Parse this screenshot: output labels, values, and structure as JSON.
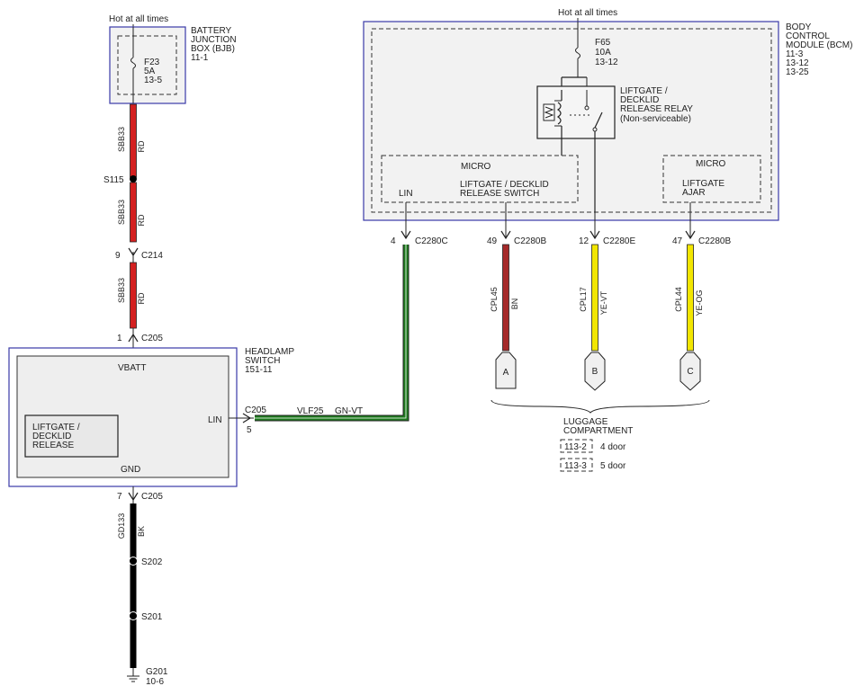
{
  "colors": {
    "red": "#d42020",
    "brown": "#a52a2a",
    "yellow": "#f2e600",
    "green": "#1e7a1e",
    "black": "#000000",
    "module_border": "#3a3aa8"
  },
  "bjb": {
    "hot_label": "Hot at all times",
    "title_lines": [
      "BATTERY",
      "JUNCTION",
      "BOX (BJB)",
      "11-1"
    ],
    "fuse_name": "F23",
    "fuse_rating": "5A",
    "fuse_ref": "13-5"
  },
  "left_wire": {
    "segment1_circuit": "SBB33",
    "segment1_color": "RD",
    "splice1": "S115",
    "segment2_circuit": "SBB33",
    "segment2_color": "RD",
    "c214_pin": "9",
    "c214": "C214",
    "segment3_circuit": "SBB33",
    "segment3_color": "RD",
    "c205_top_pin": "1",
    "c205_top": "C205"
  },
  "headlamp_switch": {
    "title_lines": [
      "HEADLAMP",
      "SWITCH",
      "151-11"
    ],
    "vbatt": "VBATT",
    "lin": "LIN",
    "gnd": "GND",
    "inner_lines": [
      "LIFTGATE /",
      "DECKLID",
      "RELEASE"
    ],
    "c205_right": "C205",
    "c205_right_pin": "5"
  },
  "lin_wire": {
    "circuit": "VLF25",
    "color": "GN-VT"
  },
  "ground_wire": {
    "c205_bottom_pin": "7",
    "c205_bottom": "C205",
    "circuit": "GD133",
    "color": "BK",
    "splice_s202": "S202",
    "splice_s201": "S201",
    "ground": "G201",
    "ground_ref": "10-6"
  },
  "bcm": {
    "hot_label": "Hot at all times",
    "title_lines": [
      "BODY",
      "CONTROL",
      "MODULE (BCM)",
      "11-3",
      "13-12",
      "13-25"
    ],
    "fuse_name": "F65",
    "fuse_rating": "10A",
    "fuse_ref": "13-12",
    "relay_lines": [
      "LIFTGATE /",
      "DECKLID",
      "RELEASE RELAY",
      "(Non-serviceable)"
    ],
    "micro_left": "MICRO",
    "lin": "LIN",
    "switch_lines": [
      "LIFTGATE / DECKLID",
      "RELEASE SWITCH"
    ],
    "micro_right": "MICRO",
    "ajar_lines": [
      "LIFTGATE",
      "AJAR"
    ]
  },
  "connectors": [
    {
      "pin": "4",
      "name": "C2280C"
    },
    {
      "pin": "49",
      "name": "C2280B"
    },
    {
      "pin": "12",
      "name": "C2280E"
    },
    {
      "pin": "47",
      "name": "C2280B"
    }
  ],
  "bcm_wires": [
    {
      "circuit": "CPL45",
      "color_code": "BN",
      "terminal": "A"
    },
    {
      "circuit": "CPL17",
      "color_code": "YE-VT",
      "terminal": "B"
    },
    {
      "circuit": "CPL44",
      "color_code": "YE-OG",
      "terminal": "C"
    }
  ],
  "luggage": {
    "title_lines": [
      "LUGGAGE",
      "COMPARTMENT"
    ],
    "refs": [
      {
        "ref": "113-2",
        "label": "4 door"
      },
      {
        "ref": "113-3",
        "label": "5 door"
      }
    ]
  }
}
